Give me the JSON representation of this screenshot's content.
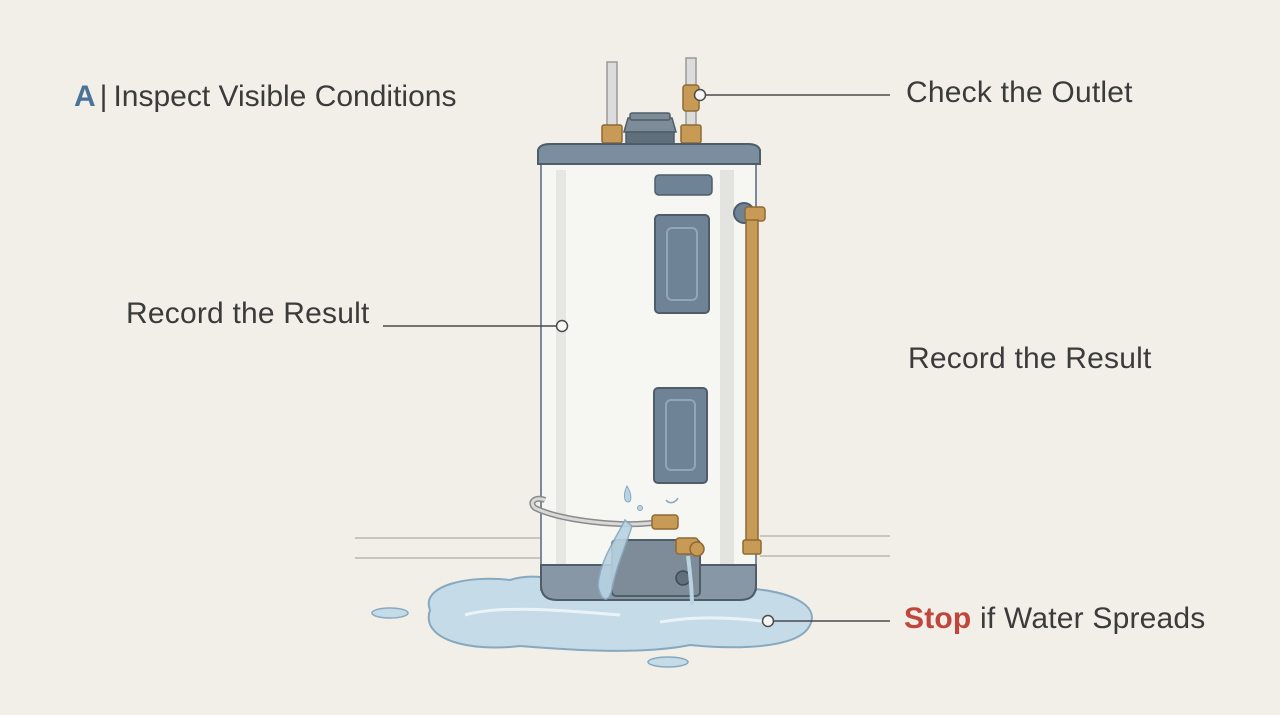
{
  "section": {
    "letter": "A",
    "separator": "|",
    "title": "Inspect Visible Conditions"
  },
  "callouts": {
    "outlet": "Check the Outlet",
    "record_left": "Record the Result",
    "record_right": "Record the Result",
    "stop_keyword": "Stop",
    "stop_rest": " if Water Spreads"
  },
  "colors": {
    "background": "#f1efe8",
    "accent_blue": "#4b739a",
    "stop_red": "#c0463b",
    "tank_body": "#f6f6f3",
    "tank_trim": "#6f8396",
    "panel": "#6f8396",
    "brass": "#c79a55",
    "water": "#b9d3e2"
  },
  "icons": {
    "subject": "water-heater-icon",
    "leak": "water-puddle-icon"
  }
}
